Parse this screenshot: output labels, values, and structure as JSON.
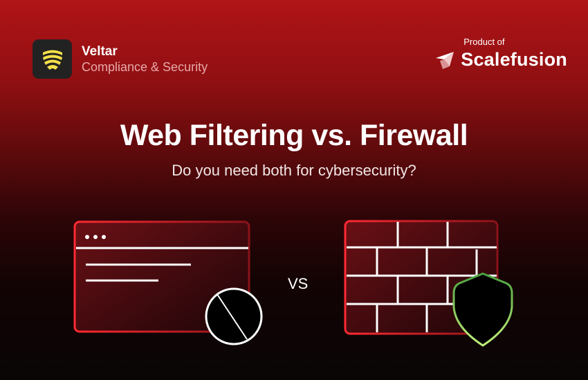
{
  "brand": {
    "name": "Veltar",
    "tagline": "Compliance & Security",
    "icon": "layered-shield-chevrons-icon",
    "icon_color": "#f5e04a",
    "icon_bg": "#222222"
  },
  "product": {
    "label": "Product of",
    "name": "Scalefusion",
    "icon": "paper-plane-logo-icon"
  },
  "headline": {
    "title": "Web Filtering vs. Firewall",
    "subtitle": "Do you need both for cybersecurity?"
  },
  "comparison": {
    "left": {
      "name": "web-filtering",
      "icon": "browser-window-icon",
      "overlay_icon": "blocked-circle-icon"
    },
    "separator": "VS",
    "right": {
      "name": "firewall",
      "icon": "brick-wall-icon",
      "overlay_icon": "shield-icon"
    }
  },
  "colors": {
    "background_top": "#b01417",
    "background_bottom": "#0a0606",
    "accent_red": "#f0242c",
    "shield_green": "#8fd45a"
  }
}
